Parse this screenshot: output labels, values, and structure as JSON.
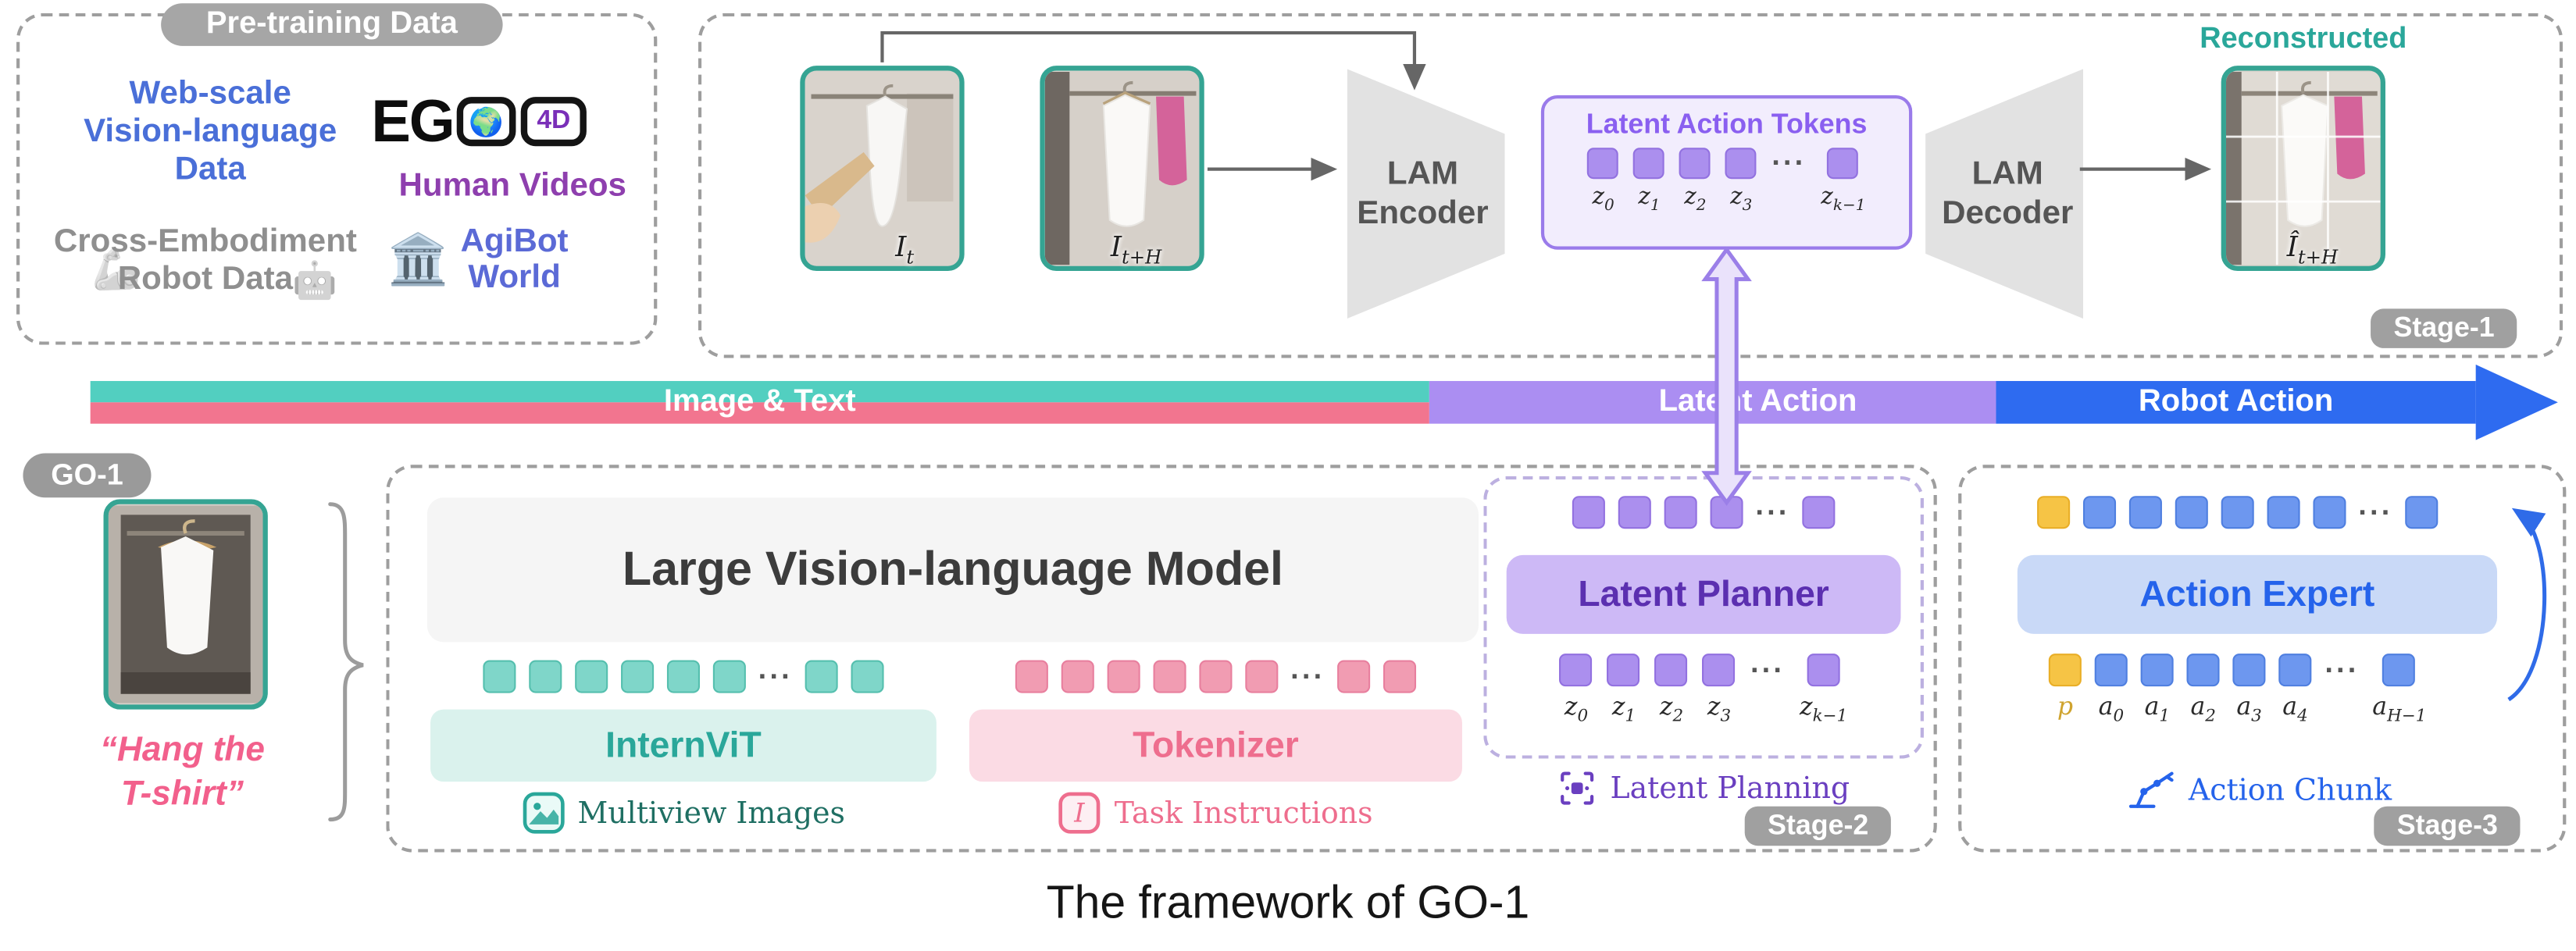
{
  "ui": {
    "dots": "···"
  },
  "pretraining": {
    "title": "Pre-training Data",
    "web_scale_lines": [
      "Web-scale",
      "Vision-language",
      "Data"
    ],
    "ego_eg": "EG",
    "ego_globe": "🌍",
    "ego_4d": "4D",
    "human_videos": "Human Videos",
    "cross_lines": [
      "Cross-Embodiment",
      "Robot Data"
    ],
    "robot_arm_glyph": "🦾",
    "robot_glyph": "🤖",
    "agibot_icon": "🏛️",
    "agibot_lines": [
      "AgiBot",
      "World"
    ]
  },
  "stage1": {
    "badge": "Stage-1",
    "encoder_lines": [
      "LAM",
      "Encoder"
    ],
    "decoder_lines": [
      "LAM",
      "Decoder"
    ],
    "tokens_title": "Latent Action Tokens",
    "reconstructed": "Reconstructed",
    "img_t": {
      "base": "I",
      "sub": "t"
    },
    "img_th": {
      "base": "I",
      "sub": "t+H"
    },
    "img_rec": {
      "base": "Î",
      "sub": "t+H"
    },
    "z_labels": [
      {
        "base": "z",
        "sub": "0"
      },
      {
        "base": "z",
        "sub": "1"
      },
      {
        "base": "z",
        "sub": "2"
      },
      {
        "base": "z",
        "sub": "3"
      },
      {
        "base": "z",
        "sub": "k−1"
      }
    ]
  },
  "band": {
    "image_text": "Image & Text",
    "latent_action": "Latent Action",
    "robot_action": "Robot Action"
  },
  "go1": {
    "badge": "GO-1",
    "instruction_lines": [
      "“Hang the",
      "T-shirt”"
    ]
  },
  "stage2": {
    "badge": "Stage-2",
    "lvlm": "Large Vision-language Model",
    "internvit": "InternViT",
    "tokenizer": "Tokenizer",
    "multiview": "Multiview Images",
    "task_instructions": "Task Instructions",
    "task_icon_glyph": "I",
    "latent_planner": "Latent Planner",
    "latent_planning": "Latent Planning",
    "z_labels": [
      {
        "base": "z",
        "sub": "0"
      },
      {
        "base": "z",
        "sub": "1"
      },
      {
        "base": "z",
        "sub": "2"
      },
      {
        "base": "z",
        "sub": "3"
      },
      {
        "base": "z",
        "sub": "k−1"
      }
    ]
  },
  "stage3": {
    "badge": "Stage-3",
    "action_expert": "Action Expert",
    "action_chunk": "Action Chunk",
    "p_label": "p",
    "a_labels": [
      {
        "base": "a",
        "sub": "0"
      },
      {
        "base": "a",
        "sub": "1"
      },
      {
        "base": "a",
        "sub": "2"
      },
      {
        "base": "a",
        "sub": "3"
      },
      {
        "base": "a",
        "sub": "4"
      },
      {
        "base": "a",
        "sub": "H−1"
      }
    ]
  },
  "caption": "The framework of GO-1"
}
